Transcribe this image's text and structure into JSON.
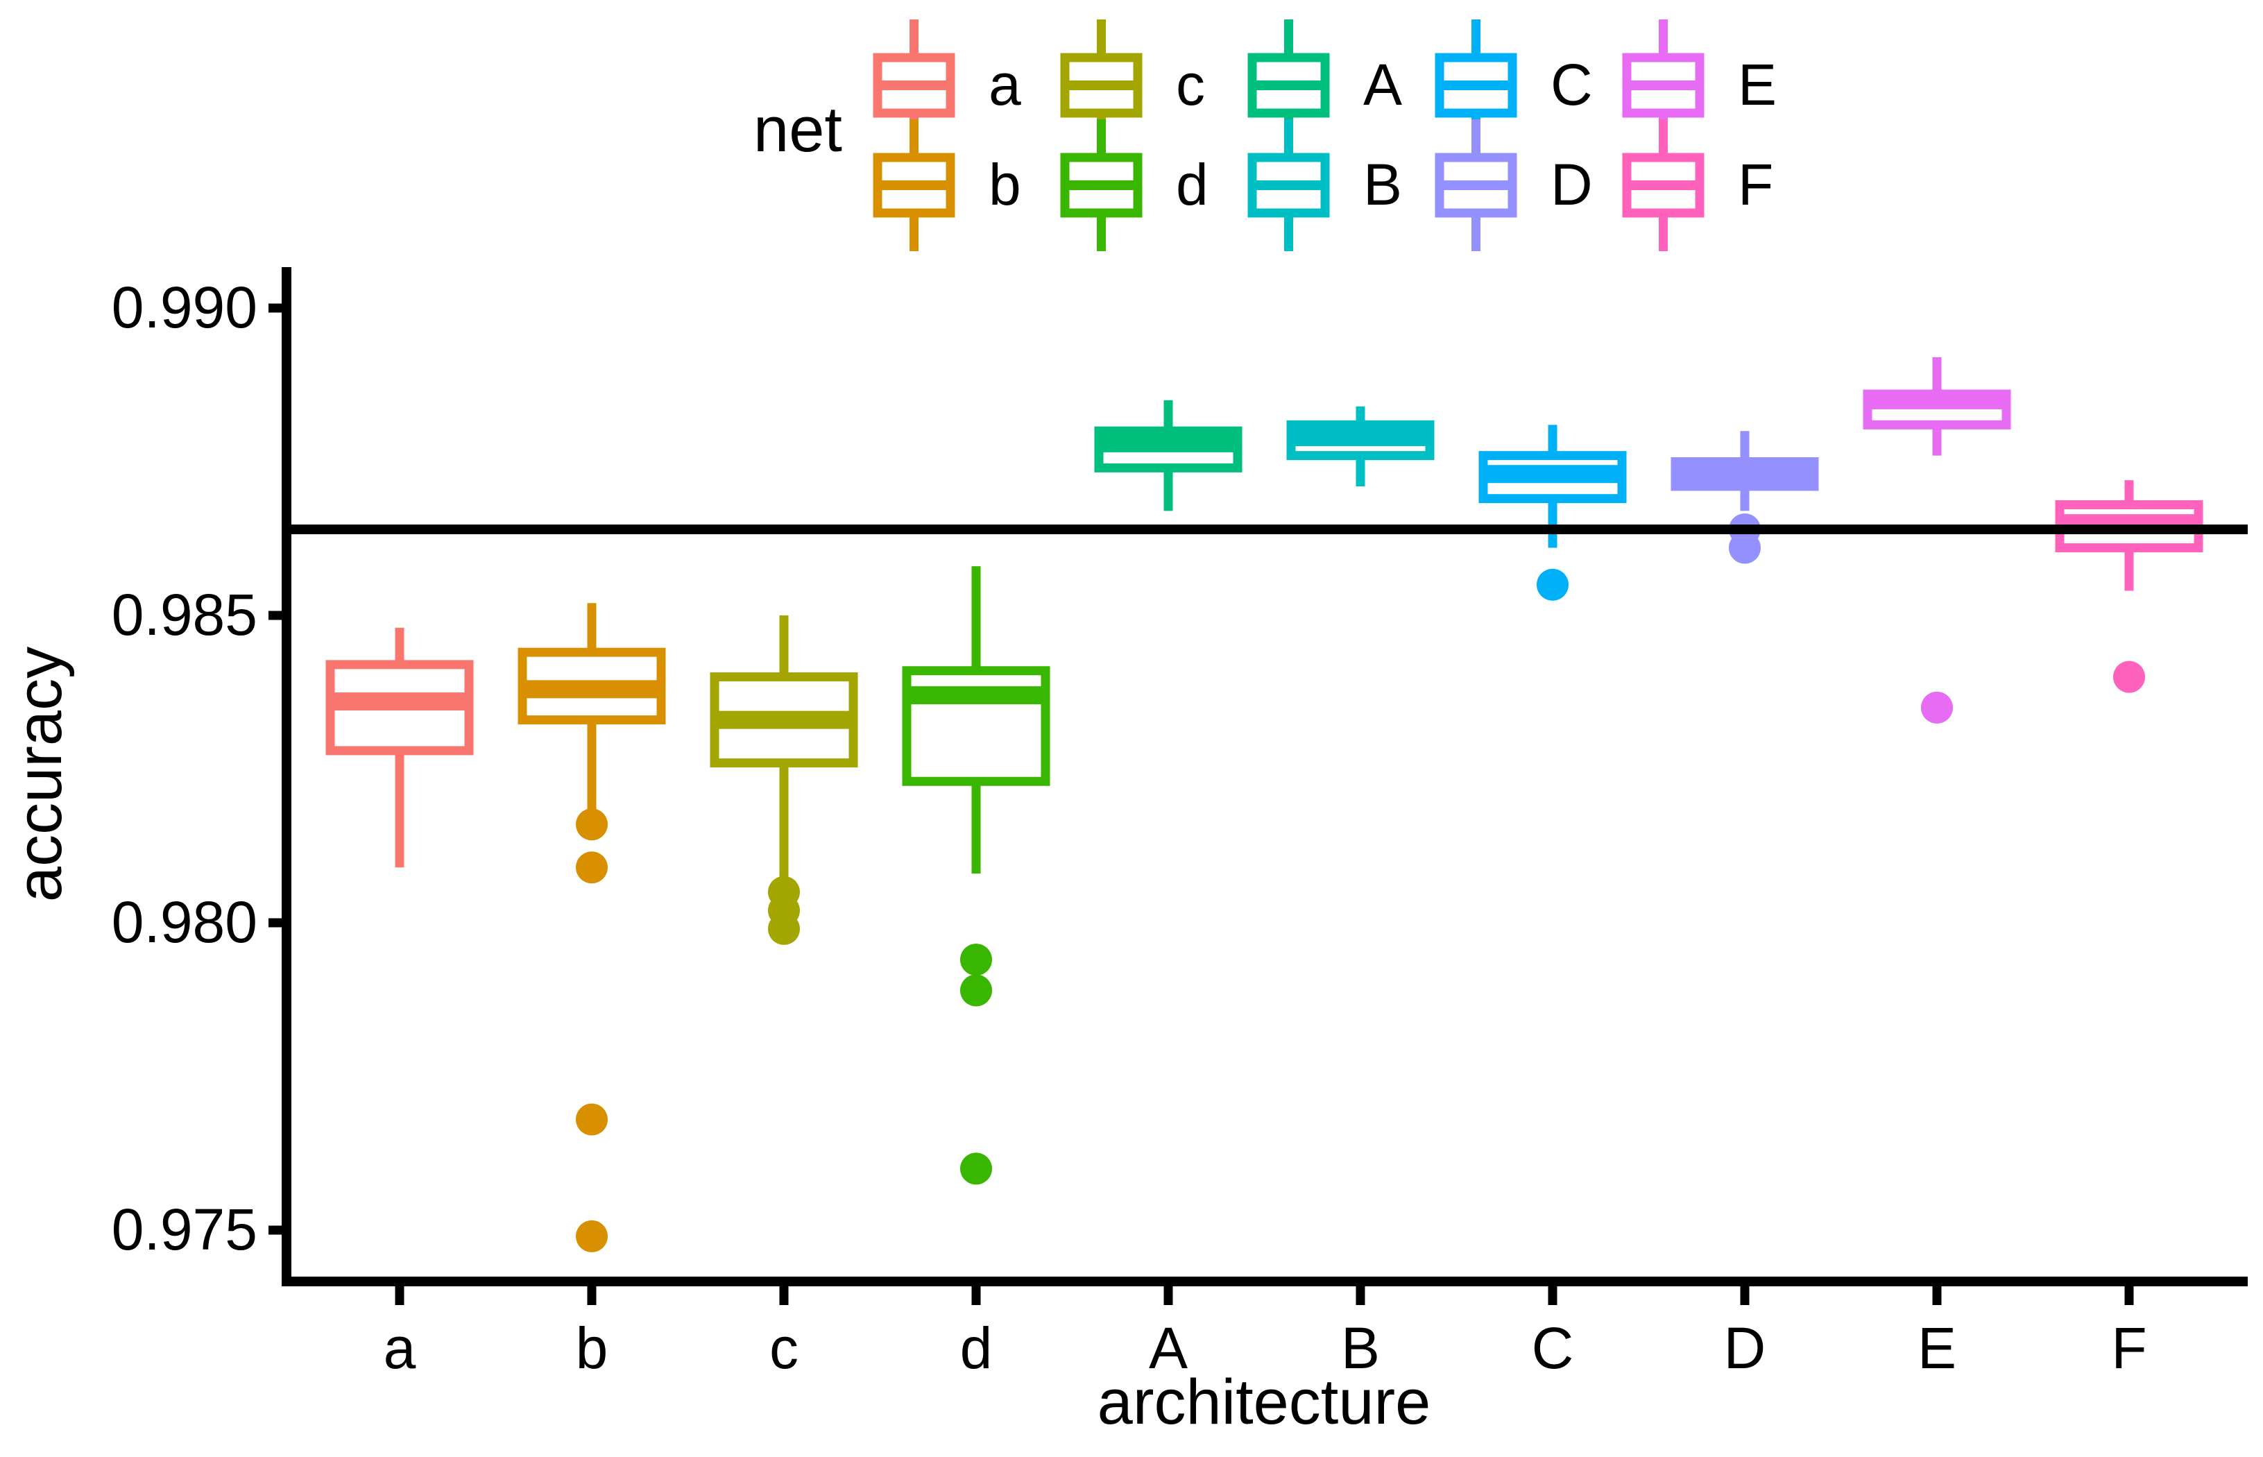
{
  "figure": {
    "background": "#ffffff",
    "legend": {
      "title": "net",
      "position": "top-center",
      "rows": 2,
      "column_major_pairs": [
        [
          "a",
          "b"
        ],
        [
          "c",
          "d"
        ],
        [
          "A",
          "B"
        ],
        [
          "C",
          "D"
        ],
        [
          "E",
          "F"
        ]
      ]
    },
    "y_axis": {
      "title": "accuracy",
      "tick_labels": [
        "0.975",
        "0.980",
        "0.985",
        "0.990"
      ],
      "tick_values": [
        0.975,
        0.98,
        0.985,
        0.99
      ]
    },
    "x_axis": {
      "title": "architecture",
      "tick_labels": [
        "a",
        "b",
        "c",
        "d",
        "A",
        "B",
        "C",
        "D",
        "E",
        "F"
      ]
    }
  },
  "chart_data": {
    "type": "boxplot",
    "title": "",
    "xlabel": "architecture",
    "ylabel": "accuracy",
    "ylim": [
      0.974,
      0.9907
    ],
    "y_ticks": [
      0.975,
      0.98,
      0.985,
      0.99
    ],
    "grid": false,
    "legend_title": "net",
    "legend_position": "top-center",
    "reference_line": {
      "y": 0.9864,
      "color": "#000000",
      "orientation": "horizontal"
    },
    "categories": [
      "a",
      "b",
      "c",
      "d",
      "A",
      "B",
      "C",
      "D",
      "E",
      "F"
    ],
    "series": [
      {
        "name": "a",
        "color": "#F8766D",
        "whisker_low": 0.9809,
        "q1": 0.9828,
        "median": 0.9836,
        "q3": 0.9842,
        "whisker_high": 0.9848,
        "outliers": []
      },
      {
        "name": "b",
        "color": "#D89000",
        "whisker_low": 0.9817,
        "q1": 0.9833,
        "median": 0.9838,
        "q3": 0.9844,
        "whisker_high": 0.9852,
        "outliers": [
          0.9816,
          0.9809,
          0.9768,
          0.9749
        ]
      },
      {
        "name": "c",
        "color": "#A3A500",
        "whisker_low": 0.9807,
        "q1": 0.9826,
        "median": 0.9833,
        "q3": 0.984,
        "whisker_high": 0.985,
        "outliers": [
          0.9805,
          0.9802,
          0.9799
        ]
      },
      {
        "name": "d",
        "color": "#39B600",
        "whisker_low": 0.9808,
        "q1": 0.9823,
        "median": 0.9837,
        "q3": 0.9841,
        "whisker_high": 0.9858,
        "outliers": [
          0.9794,
          0.9789,
          0.976
        ]
      },
      {
        "name": "A",
        "color": "#00BF7D",
        "whisker_low": 0.9867,
        "q1": 0.9874,
        "median": 0.9878,
        "q3": 0.988,
        "whisker_high": 0.9885,
        "outliers": []
      },
      {
        "name": "B",
        "color": "#00BFC4",
        "whisker_low": 0.9871,
        "q1": 0.9876,
        "median": 0.9879,
        "q3": 0.9881,
        "whisker_high": 0.9884,
        "outliers": []
      },
      {
        "name": "C",
        "color": "#00B0F6",
        "whisker_low": 0.9861,
        "q1": 0.9869,
        "median": 0.9873,
        "q3": 0.9876,
        "whisker_high": 0.9881,
        "outliers": [
          0.9855
        ]
      },
      {
        "name": "D",
        "color": "#9590FF",
        "whisker_low": 0.9867,
        "q1": 0.9871,
        "median": 0.9873,
        "q3": 0.9875,
        "whisker_high": 0.988,
        "outliers": [
          0.9864,
          0.9861
        ]
      },
      {
        "name": "E",
        "color": "#E76BF3",
        "whisker_low": 0.9876,
        "q1": 0.9881,
        "median": 0.9885,
        "q3": 0.9886,
        "whisker_high": 0.9892,
        "outliers": [
          0.9835
        ]
      },
      {
        "name": "F",
        "color": "#FF62BC",
        "whisker_low": 0.9854,
        "q1": 0.9861,
        "median": 0.9865,
        "q3": 0.9868,
        "whisker_high": 0.9872,
        "outliers": [
          0.984
        ]
      }
    ]
  }
}
